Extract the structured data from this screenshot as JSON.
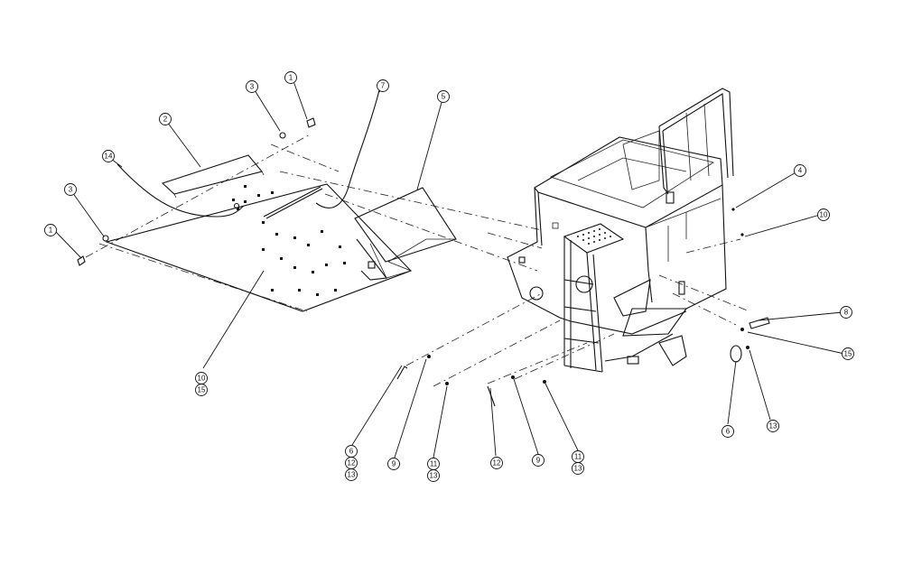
{
  "callouts": [
    {
      "id": "c1a",
      "text": "1"
    },
    {
      "id": "c1b",
      "text": "1"
    },
    {
      "id": "c2",
      "text": "2"
    },
    {
      "id": "c3a",
      "text": "3"
    },
    {
      "id": "c3b",
      "text": "3"
    },
    {
      "id": "c14",
      "text": "14"
    },
    {
      "id": "c7",
      "text": "7"
    },
    {
      "id": "c5",
      "text": "5"
    },
    {
      "id": "c10a",
      "text": "10"
    },
    {
      "id": "c15a",
      "text": "15"
    },
    {
      "id": "c4",
      "text": "4"
    },
    {
      "id": "c10b",
      "text": "10"
    },
    {
      "id": "c8",
      "text": "8"
    },
    {
      "id": "c15b",
      "text": "15"
    },
    {
      "id": "c6a",
      "text": "6"
    },
    {
      "id": "c12a",
      "text": "12"
    },
    {
      "id": "c13a",
      "text": "13"
    },
    {
      "id": "c9a",
      "text": "9"
    },
    {
      "id": "c11a",
      "text": "11"
    },
    {
      "id": "c13b",
      "text": "13"
    },
    {
      "id": "c12b",
      "text": "12"
    },
    {
      "id": "c9b",
      "text": "9"
    },
    {
      "id": "c11b",
      "text": "11"
    },
    {
      "id": "c13c",
      "text": "13"
    },
    {
      "id": "c6b",
      "text": "6"
    },
    {
      "id": "c13d",
      "text": "13"
    }
  ]
}
